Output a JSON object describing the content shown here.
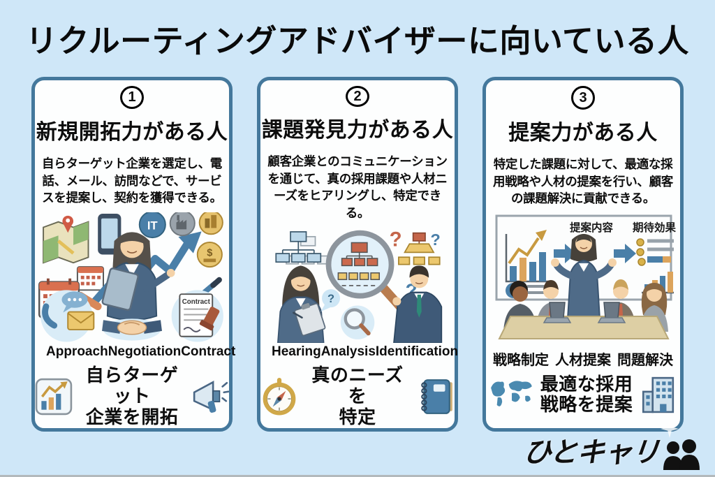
{
  "page": {
    "title": "リクルーティングアドバイザーに向いている人"
  },
  "colors": {
    "background": "#cfe7f8",
    "card_border": "#44789c",
    "card_background": "#fdfefe",
    "accent_blue": "#4a7fa8",
    "accent_gold": "#e8c064",
    "accent_orange": "#d9885a",
    "text": "#0d0d0d"
  },
  "cards": [
    {
      "number": "1",
      "heading": "新規開拓力がある人",
      "description": "自らターゲット企業を選定し、電話、メール、訪問などで、サービスを提案し、契約を獲得できる。",
      "labels": [
        "Approach",
        "Negotiation",
        "Contract"
      ],
      "illustration": {
        "it_badge": "IT",
        "money_symbol": "$",
        "contract_label": "Contract"
      },
      "summary_lines": [
        "自らターゲット",
        "企業を開拓"
      ],
      "summary_icons": [
        "bar-chart-icon",
        "megaphone-icon"
      ]
    },
    {
      "number": "2",
      "heading": "課題発見力がある人",
      "description": "顧客企業とのコミュニケーションを通じて、真の採用課題や人材ニーズをヒアリングし、特定できる。",
      "labels": [
        "Hearing",
        "Analysis",
        "Identification"
      ],
      "illustration": {
        "question_marks": [
          "?",
          "?",
          "?",
          "?"
        ]
      },
      "summary_lines": [
        "真のニーズを",
        "特定"
      ],
      "summary_icons": [
        "compass-icon",
        "notebook-icon"
      ]
    },
    {
      "number": "3",
      "heading": "提案力がある人",
      "description": "特定した課題に対して、最適な採用戦略や人材の提案を行い、顧客の課題解決に貢献できる。",
      "labels": [
        "戦略制定",
        "人材提案",
        "問題解決"
      ],
      "board_labels": [
        "提案内容",
        "期待効果"
      ],
      "summary_lines": [
        "最適な採用",
        "戦略を提案"
      ],
      "summary_icons": [
        "world-map-icon",
        "building-icon"
      ]
    }
  ],
  "footer": {
    "logo_text": "ひとキャリ",
    "logo_icon": "two-people-icon"
  }
}
